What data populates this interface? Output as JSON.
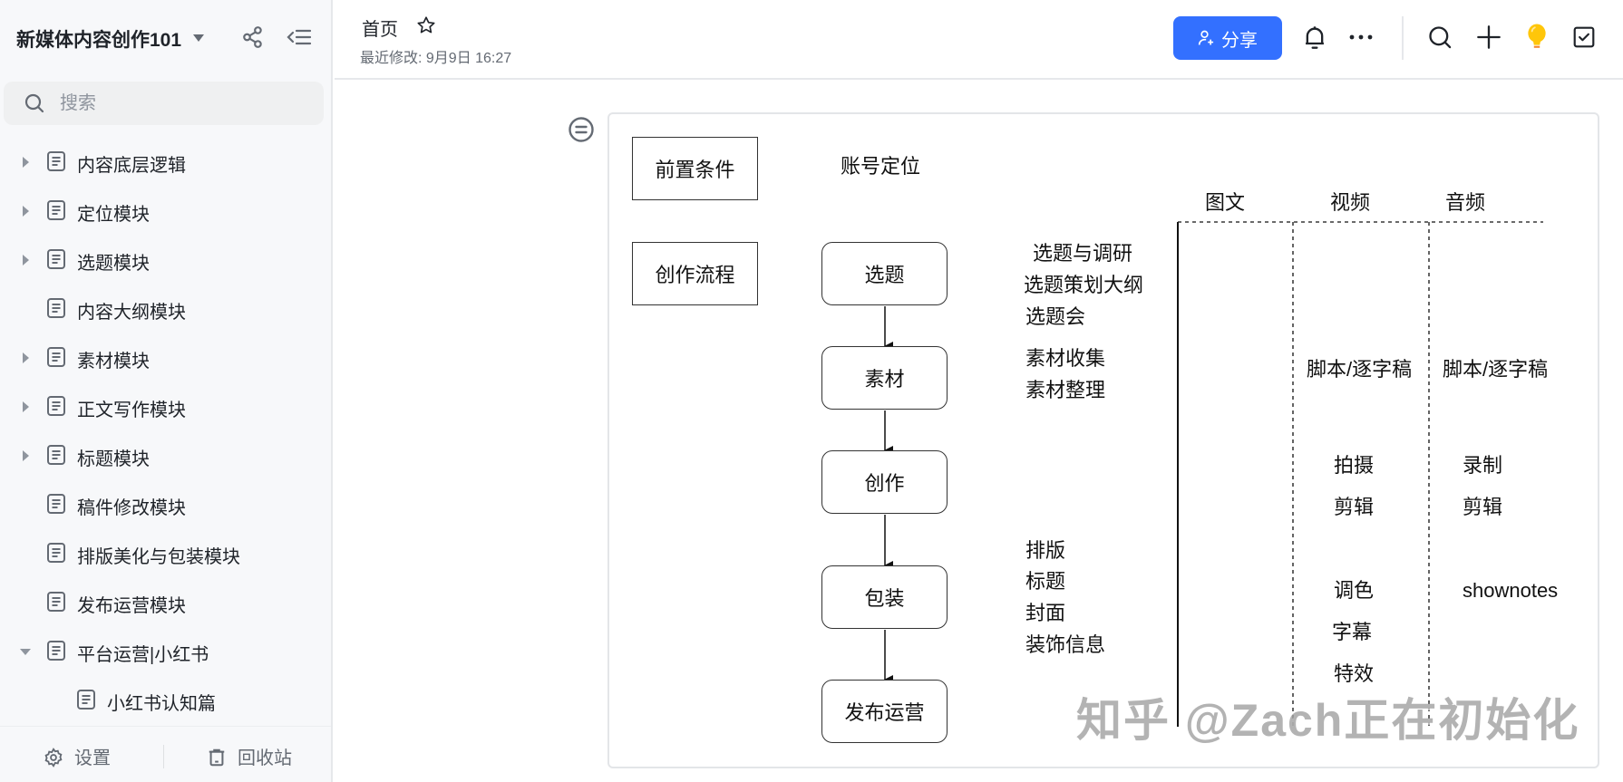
{
  "sidebar": {
    "kb_title": "新媒体内容创作101",
    "search_placeholder": "搜索",
    "items": [
      {
        "label": "内容底层逻辑",
        "expandable": true,
        "expanded": false,
        "level": 0
      },
      {
        "label": "定位模块",
        "expandable": true,
        "expanded": false,
        "level": 0
      },
      {
        "label": "选题模块",
        "expandable": true,
        "expanded": false,
        "level": 0
      },
      {
        "label": "内容大纲模块",
        "expandable": false,
        "level": 0
      },
      {
        "label": "素材模块",
        "expandable": true,
        "expanded": false,
        "level": 0
      },
      {
        "label": "正文写作模块",
        "expandable": true,
        "expanded": false,
        "level": 0
      },
      {
        "label": "标题模块",
        "expandable": true,
        "expanded": false,
        "level": 0
      },
      {
        "label": "稿件修改模块",
        "expandable": false,
        "level": 0
      },
      {
        "label": "排版美化与包装模块",
        "expandable": false,
        "level": 0
      },
      {
        "label": "发布运营模块",
        "expandable": false,
        "level": 0
      },
      {
        "label": "平台运营|小红书",
        "expandable": true,
        "expanded": true,
        "level": 0
      },
      {
        "label": "小红书认知篇",
        "expandable": false,
        "level": 1
      }
    ],
    "footer": {
      "settings": "设置",
      "trash": "回收站"
    }
  },
  "header": {
    "title": "首页",
    "modified": "最近修改: 9月9日 16:27",
    "share_label": "分享",
    "colors": {
      "primary": "#3370ff",
      "bulb": "#ffc60a"
    }
  },
  "diagram": {
    "left_labels": {
      "prereq": "前置条件",
      "process": "创作流程"
    },
    "account_positioning": "账号定位",
    "flow_steps": [
      "选题",
      "素材",
      "创作",
      "包装",
      "发布运营"
    ],
    "step_notes": {
      "topic": [
        "选题与调研",
        "选题策划大纲",
        "选题会"
      ],
      "material": [
        "素材收集",
        "素材整理"
      ],
      "packaging": [
        "排版",
        "标题",
        "封面",
        "装饰信息"
      ]
    },
    "columns": [
      "图文",
      "视频",
      "音频"
    ],
    "video": {
      "script": "脚本/逐字稿",
      "create": [
        "拍摄",
        "剪辑"
      ],
      "package": [
        "调色",
        "字幕",
        "特效"
      ]
    },
    "audio": {
      "script": "脚本/逐字稿",
      "create": [
        "录制",
        "剪辑"
      ],
      "package": [
        "shownotes"
      ]
    }
  },
  "watermark": "知乎 @Zach正在初始化"
}
